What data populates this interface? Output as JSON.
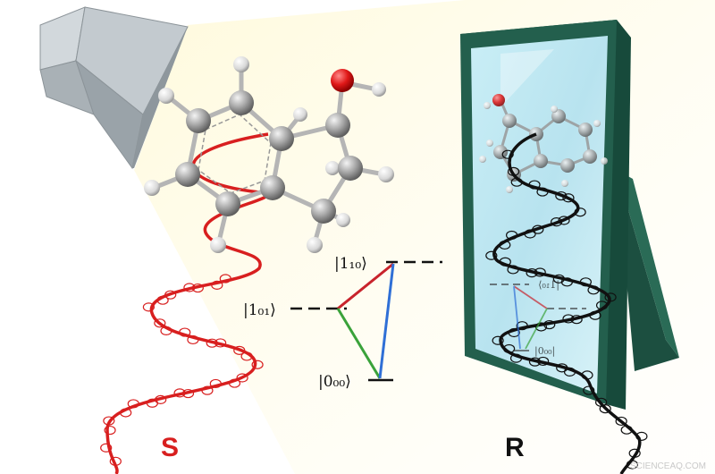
{
  "labels": {
    "s_label": "S",
    "r_label": "R",
    "state_110": "|1₁₀⟩",
    "state_101": "|1₀₁⟩",
    "state_000": "|0₀₀⟩",
    "mirror_110": "|1₁₀⟩",
    "mirror_000": "|0₀₀|",
    "watermark": "SCIENCEAQ.COM"
  },
  "colors": {
    "s_helix": "#d81f1f",
    "r_helix": "#111111",
    "transition_110_101": "#c8232c",
    "transition_101_000": "#3aa23a",
    "transition_110_000": "#2f6fd6",
    "mirror_frame": "#1f5a48",
    "mirror_glass": "#c7ecf4",
    "horn": "#b9c1c7",
    "oxygen": "#e02020",
    "carbon": "#a9a9a9",
    "hydrogen": "#e8e8e8"
  },
  "icons": {
    "horn": "microwave-horn-icon",
    "molecule": "molecule-icon",
    "mirror": "mirror-icon"
  }
}
